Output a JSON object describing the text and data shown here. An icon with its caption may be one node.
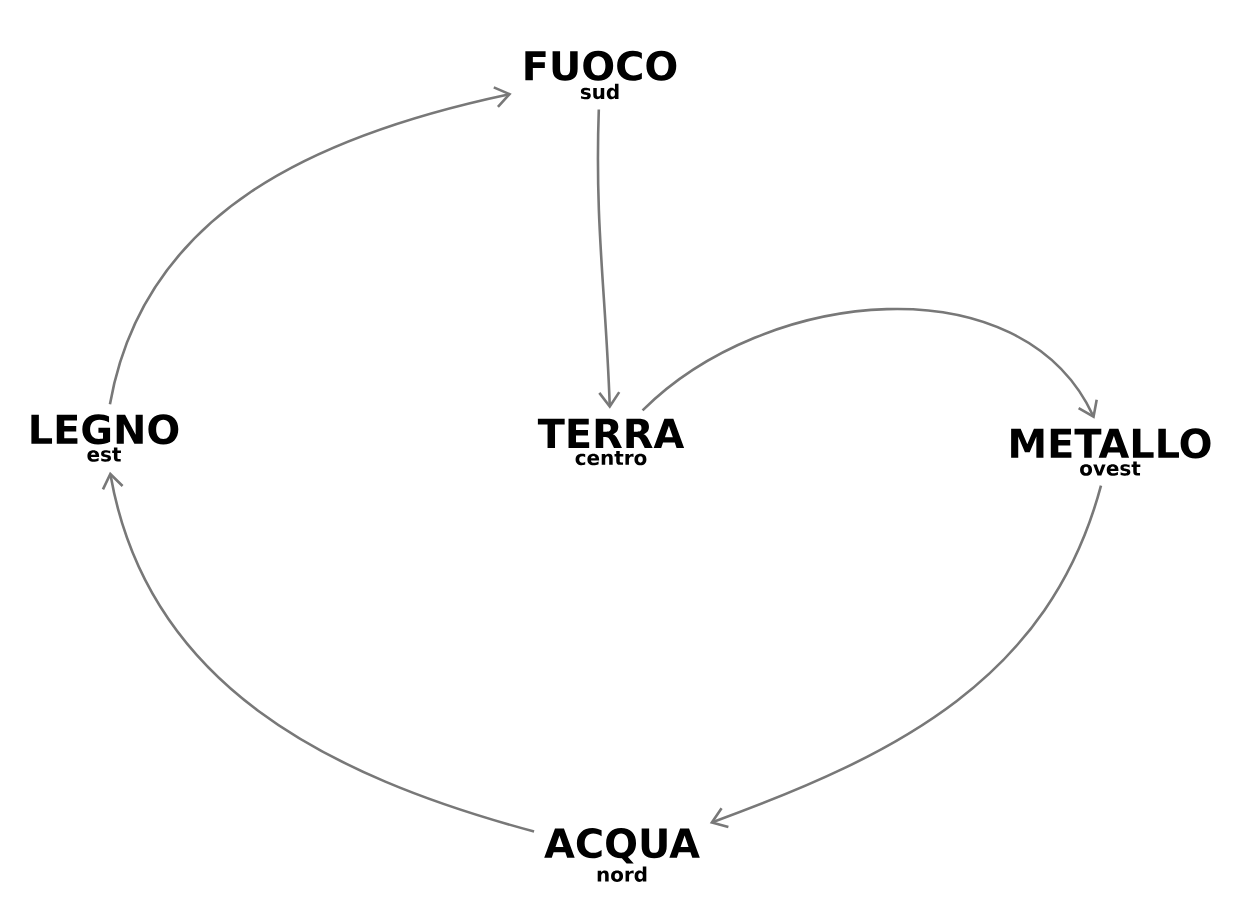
{
  "diagram": {
    "nodes": [
      {
        "text": [
          "FUOCO",
          "sud"
        ]
      },
      {
        "text": [
          "TERRA",
          "centro"
        ]
      },
      {
        "text": [
          "METALLO",
          "ovest"
        ]
      },
      {
        "text": [
          "ACQUA",
          "nord"
        ]
      },
      {
        "text": [
          "LEGNO",
          "est"
        ]
      }
    ],
    "edges": [
      {
        "from": 4,
        "to": 0,
        "arrow": "to"
      },
      {
        "from": 0,
        "to": 1,
        "arrow": "to"
      },
      {
        "from": 1,
        "to": 2,
        "arrow": "to"
      },
      {
        "from": 2,
        "to": 3,
        "arrow": "to"
      },
      {
        "from": 3,
        "to": 4,
        "arrow": "to"
      }
    ]
  }
}
